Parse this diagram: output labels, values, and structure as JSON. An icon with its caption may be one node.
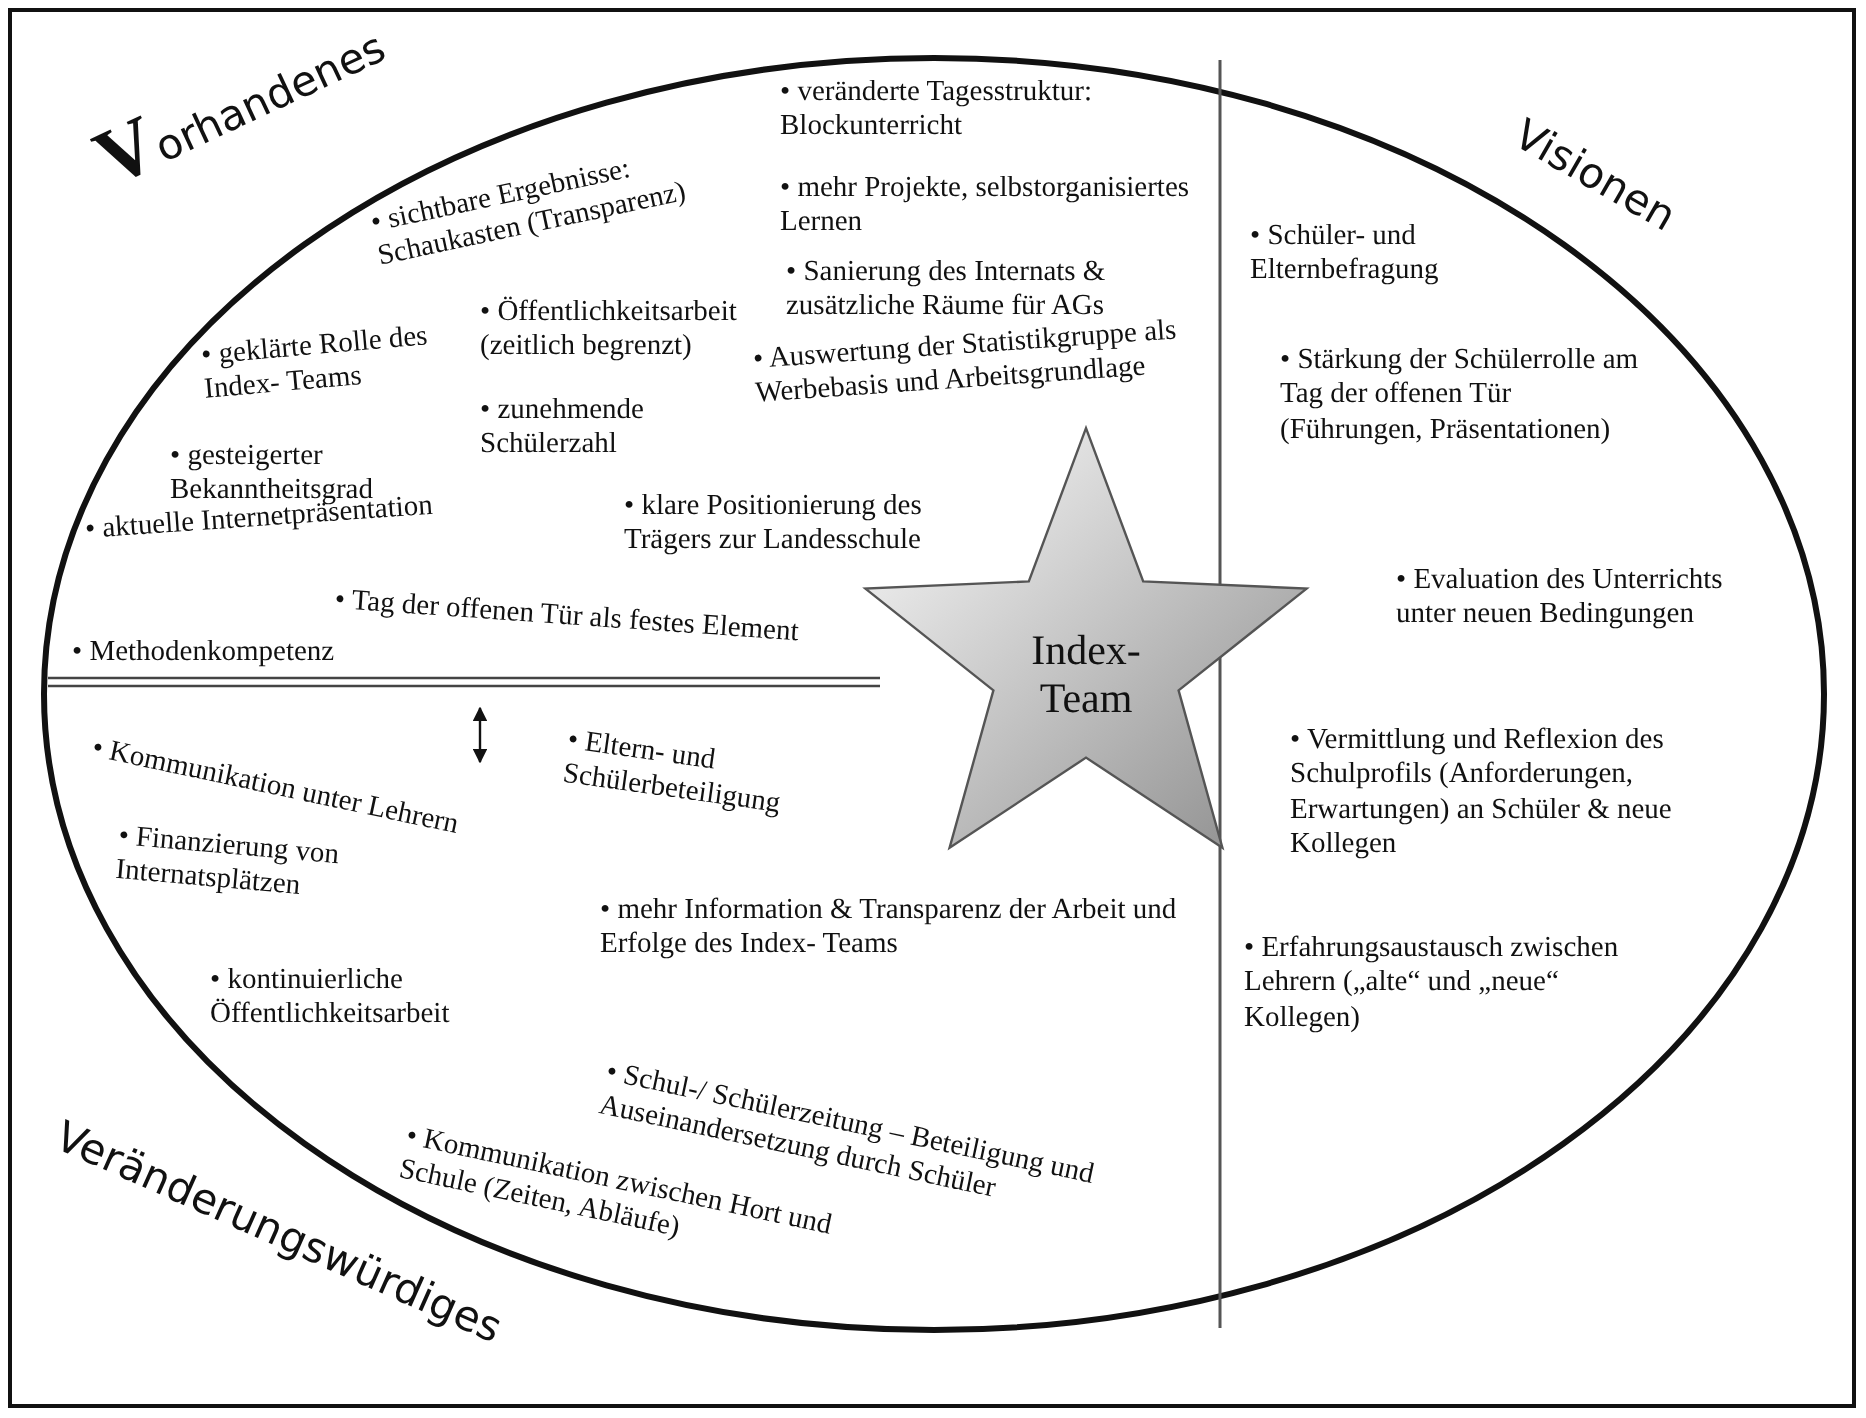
{
  "diagram": {
    "nodes": [
      {
        "text": [
          "Index-Team"
        ]
      }
    ],
    "labels": [
      "**V**orhandenes",
      "• sichtbare Ergebnisse: Schaukasten (Transparenz)",
      "• Öffentlichkeitsarbeit (zeitlich begrenzt)",
      "• geklärte Rolle des Index- Teams",
      "• zunehmende Schülerzahl",
      "• gesteigerter Bekanntheitsgrad",
      "• aktuelle Internetpräsentation",
      "• Tag der offenen Tür als festes Element",
      "• Methodenkompetenz",
      "• veränderte Tagesstruktur: Blockunterricht",
      "• mehr Projekte, selbstorganisiertes Lernen",
      "• Sanierung des Internats & zusätzliche Räume für AGs",
      "• Auswertung der Statistikgruppe als Werbebasis und Arbeitsgrundlage",
      "• klare Positionierung des Trägers zur Landesschule",
      "Visionen",
      "• Schüler- und Elternbefragung",
      "• Stärkung der Schülerrolle am Tag der offenen Tür (Führungen, Präsentationen)",
      "• Evaluation des Unterrichts unter neuen Bedingungen",
      "• Vermittlung und Reflexion des Schulprofils (Anforderungen, Erwartungen) an Schüler & neue Kollegen",
      "• Erfahrungsaustausch zwischen Lehrern („alte“ und „neue“ Kollegen)",
      "• Kommunikation unter Lehrern",
      "• Eltern- und Schülerbeteiligung",
      "• Finanzierung von Internatsplätzen",
      "• mehr Information & Transparenz der Arbeit und Erfolge des Index- Teams",
      "• kontinuierliche Öffentlichkeitsarbeit",
      "• Schul-/ Schülerzeitung – Beteiligung und Auseinandersetzung durch Schüler",
      "• Kommunikation zwischen Hort und Schule (Zeiten, Abläufe)",
      "Veränderungswürdiges"
    ]
  }
}
